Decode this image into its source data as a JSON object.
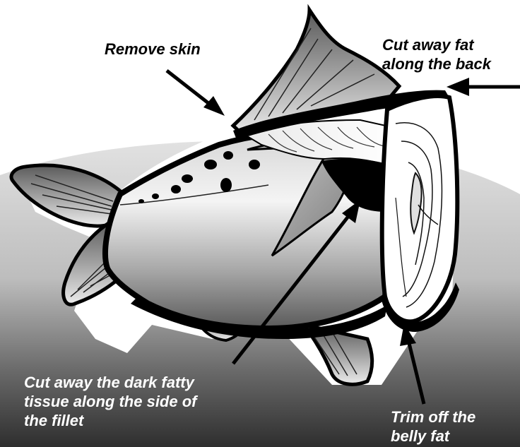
{
  "diagram": {
    "labels": {
      "remove_skin": "Remove skin",
      "back_fat_line1": "Cut away fat",
      "back_fat_line2": "along the back",
      "side_tissue_line1": "Cut away the dark fatty",
      "side_tissue_line2": "tissue along the side of",
      "side_tissue_line3": "the fillet",
      "belly_fat_line1": "Trim off the",
      "belly_fat_line2": "belly fat"
    },
    "colors": {
      "ink": "#000000",
      "background_light": "#d9d9d9",
      "background_dark": "#3c3c3c",
      "skin_light": "#e6e6e6",
      "fin_gray": "#8a8a8a",
      "text_on_dark": "#ffffff"
    }
  }
}
